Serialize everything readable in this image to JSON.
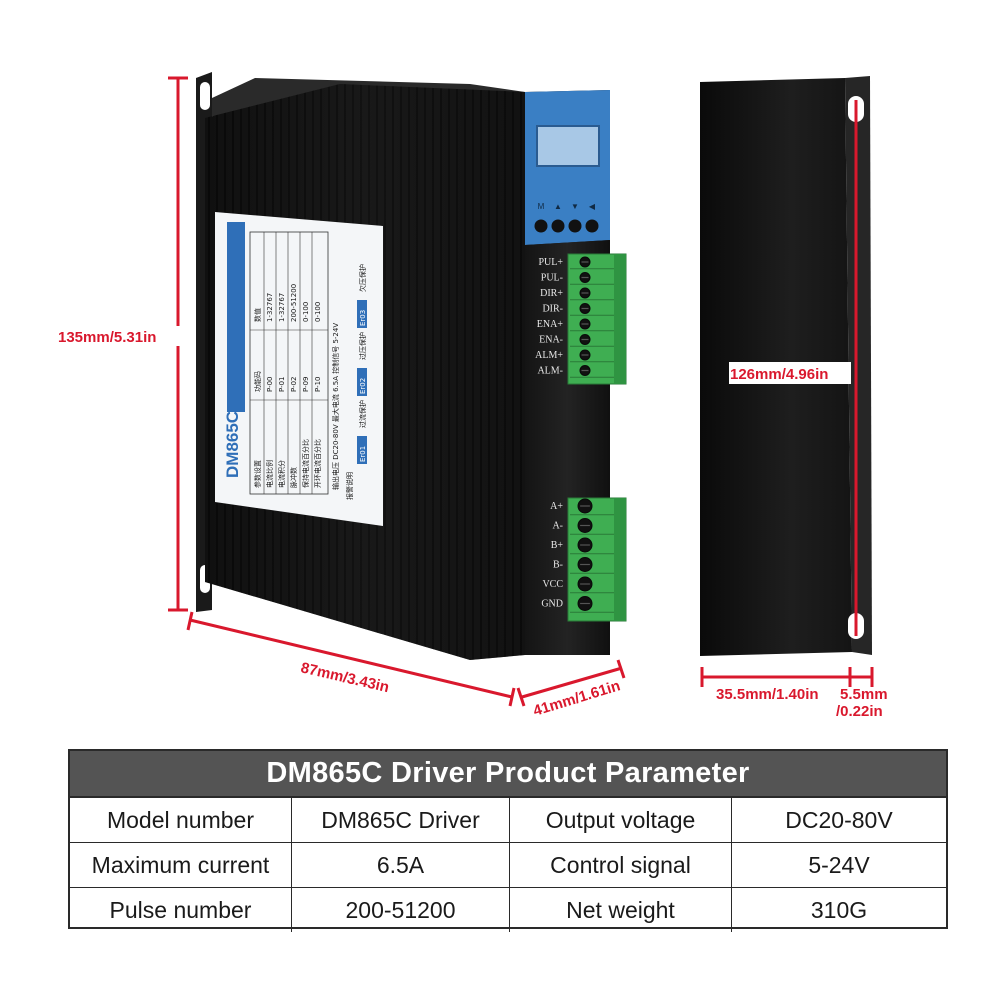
{
  "dimensions": {
    "height": "135mm/5.31in",
    "length": "87mm/3.43in",
    "width": "41mm/1.61in",
    "side_height": "126mm/4.96in",
    "side_width": "35.5mm/1.40in",
    "flange_line1": "5.5mm",
    "flange_line2": "/0.22in"
  },
  "device": {
    "model_label": "DM865C",
    "keypad": [
      "M",
      "▲",
      "▼",
      "◀"
    ],
    "signal_terminals": [
      "PUL+",
      "PUL-",
      "DIR+",
      "DIR-",
      "ENA+",
      "ENA-",
      "ALM+",
      "ALM-"
    ],
    "power_terminals": [
      "A+",
      "A-",
      "B+",
      "B-",
      "VCC",
      "GND"
    ],
    "sticker": {
      "header": [
        "参数设置",
        "功能码",
        "数值"
      ],
      "rows": [
        [
          "电流比例",
          "P-00",
          "1-32767"
        ],
        [
          "电流积分",
          "P-01",
          "1-32767"
        ],
        [
          "脉冲数",
          "P-02",
          "200-51200"
        ],
        [
          "保持电流百分比",
          "P-09",
          "0-100"
        ],
        [
          "开环电流百分比",
          "P-10",
          "0-100"
        ]
      ],
      "voltage_line": "输出电压 DC20-80V 最大电流 6.5A 控制信号 5-24V",
      "alarm_label": "报警说明",
      "alarms": [
        "Er01",
        "过流保护",
        "Er02",
        "过压保护",
        "Er03",
        "欠压保护"
      ]
    }
  },
  "table": {
    "title": "DM865C Driver Product Parameter",
    "rows": [
      [
        "Model number",
        "DM865C Driver",
        "Output voltage",
        "DC20-80V"
      ],
      [
        "Maximum current",
        "6.5A",
        "Control signal",
        "5-24V"
      ],
      [
        "Pulse number",
        "200-51200",
        "Net weight",
        "310G"
      ]
    ]
  },
  "colors": {
    "dimension_red": "#d9182d",
    "body_black": "#141414",
    "panel_blue": "#3a7fc4",
    "terminal_green": "#3fae52",
    "table_header_gray": "#545454"
  }
}
